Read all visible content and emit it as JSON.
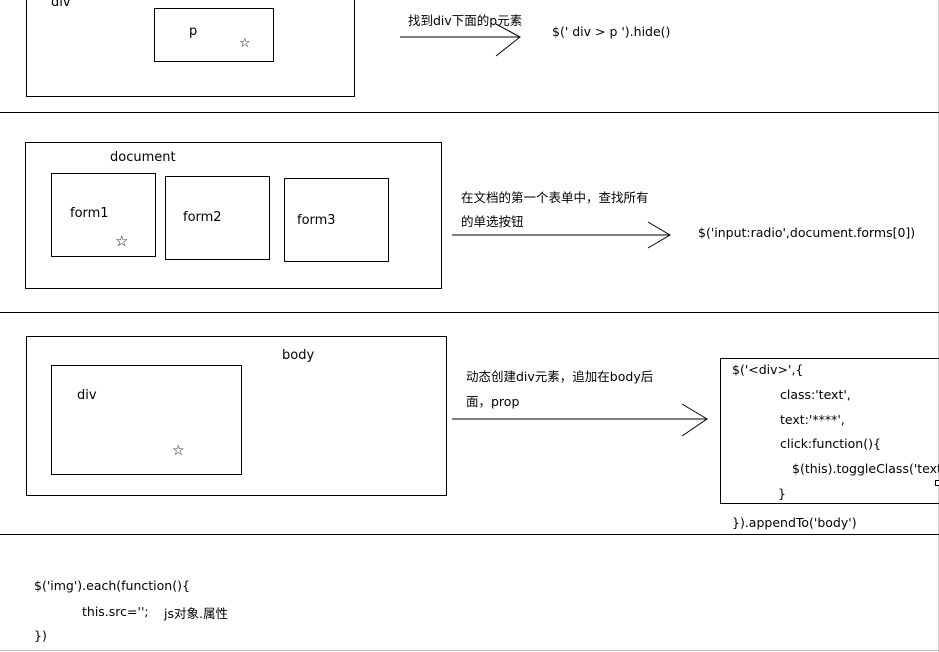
{
  "section1": {
    "outer_label": "div",
    "inner_label": "p",
    "arrow_label": "找到div下面的p元素",
    "code": "$(' div > p ').hide()"
  },
  "section2": {
    "container_label": "document",
    "forms": [
      "form1",
      "form2",
      "form3"
    ],
    "arrow_label_line1": "在文档的第一个表单中，查找所有",
    "arrow_label_line2": "的单选按钮",
    "code": "$('input:radio',document.forms[0])"
  },
  "section3": {
    "container_label": "body",
    "inner_label": "div",
    "arrow_label_line1": "动态创建div元素，追加在body后",
    "arrow_label_line2": "面，prop",
    "code_lines": [
      "$('<div>',{",
      "class:'text',",
      "text:'****',",
      "click:function(){",
      "$(this).toggleClass('text",
      "}"
    ],
    "code_tail": "}).appendTo('body')"
  },
  "section4": {
    "line1": "$('img').each(function(){",
    "line2": "this.src='';",
    "note": "js对象.属性",
    "line3": "})"
  },
  "icons": {
    "star": "☆"
  }
}
